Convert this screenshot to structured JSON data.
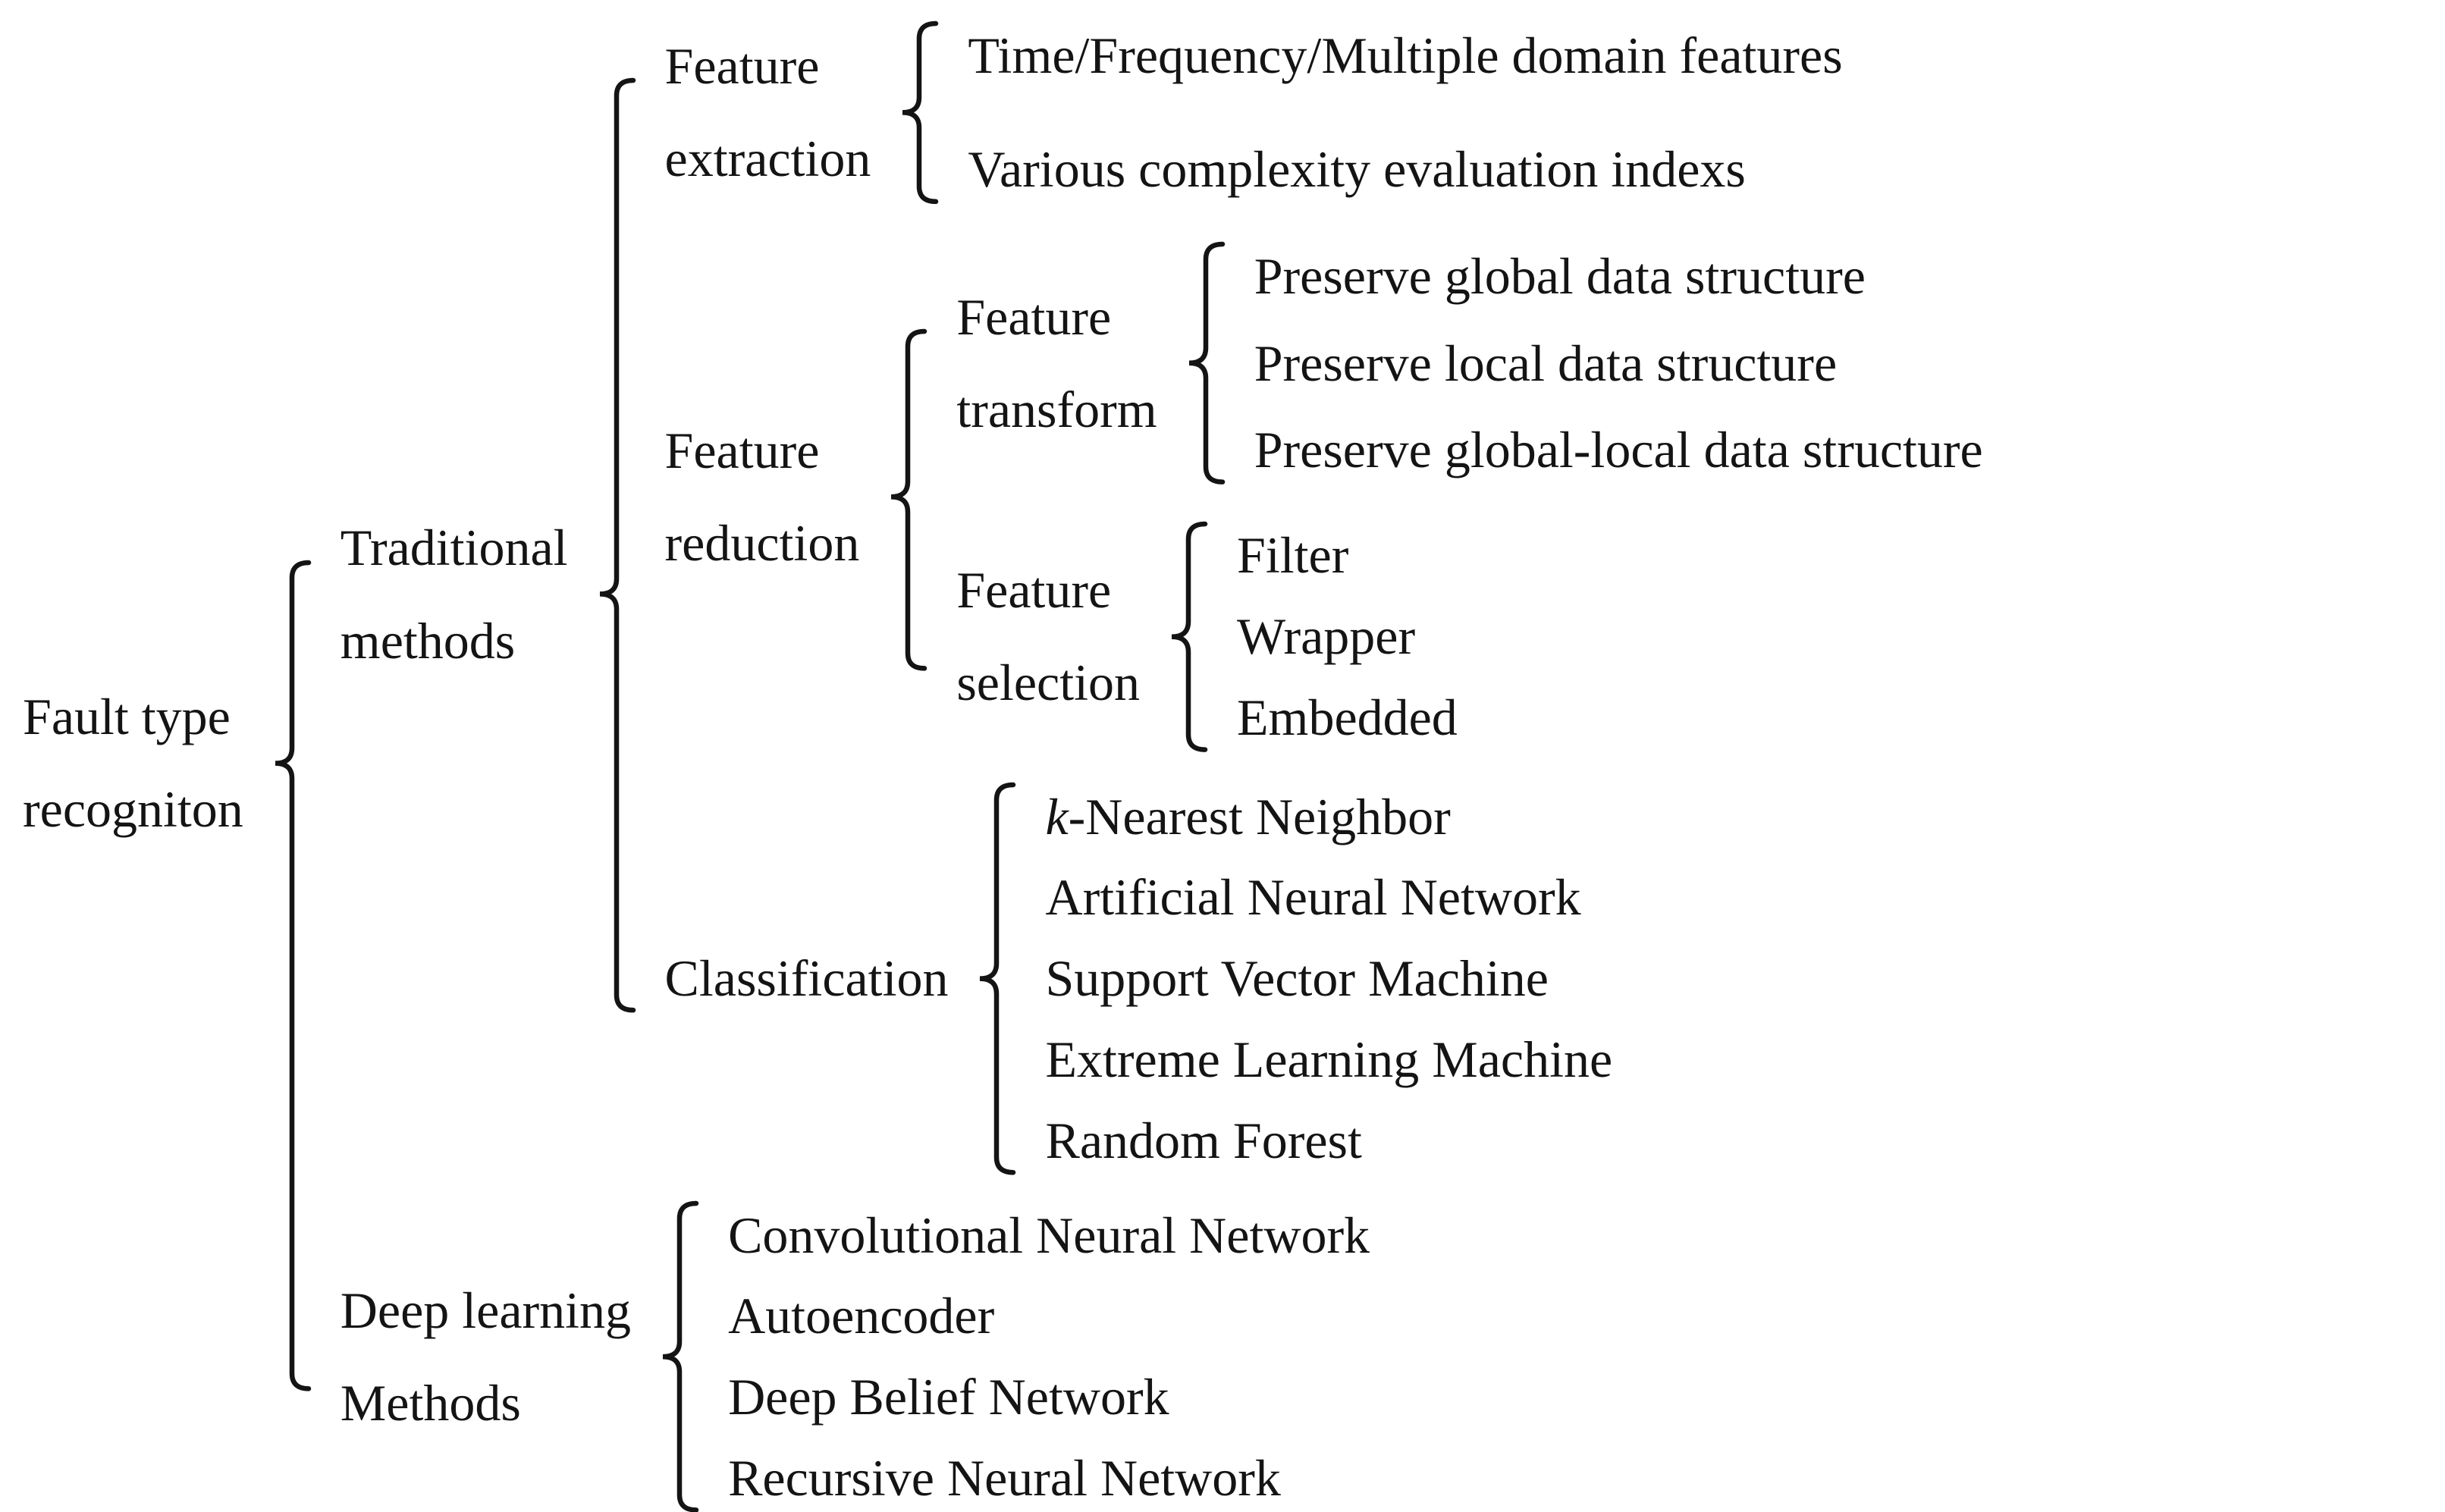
{
  "tree": {
    "root": {
      "label": "Fault type\nrecogniton"
    },
    "traditional": {
      "label": "Traditional\nmethods",
      "feature_extraction": {
        "label": "Feature\nextraction",
        "items": [
          "Time/Frequency/Multiple domain features",
          "Various complexity evaluation indexs"
        ]
      },
      "feature_reduction": {
        "label": "Feature\nreduction",
        "feature_transform": {
          "label": "Feature\ntransform",
          "items": [
            "Preserve global data structure",
            "Preserve local data structure",
            "Preserve global-local data structure"
          ]
        },
        "feature_selection": {
          "label": "Feature\nselection",
          "items": [
            "Filter",
            "Wrapper",
            "Embedded"
          ]
        }
      },
      "classification": {
        "label": "Classification",
        "items": [
          "k-Nearest Neighbor",
          "Artificial Neural Network",
          "Support Vector Machine",
          "Extreme Learning Machine",
          "Random Forest"
        ]
      }
    },
    "deep_learning": {
      "label": "Deep learning\nMethods",
      "items": [
        "Convolutional Neural Network",
        "Autoencoder",
        "Deep Belief Network",
        "Recursive Neural Network"
      ]
    },
    "colors": {
      "ink": "#141414",
      "background": "#ffffff"
    }
  }
}
